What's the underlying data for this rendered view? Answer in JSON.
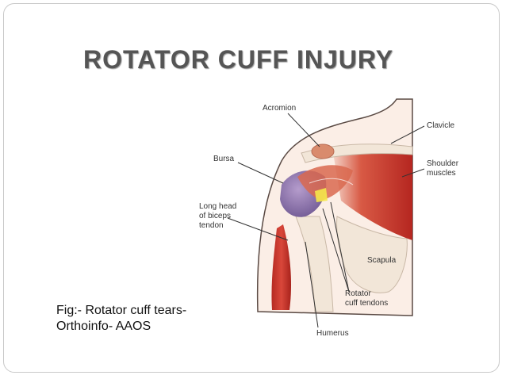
{
  "slide": {
    "title": "ROTATOR CUFF INJURY",
    "caption_line1": "Fig:- Rotator cuff tears-",
    "caption_line2": "Orthoinfo- AAOS"
  },
  "figure": {
    "labels": {
      "acromion": "Acromion",
      "clavicle": "Clavicle",
      "bursa": "Bursa",
      "shoulder_muscles_1": "Shoulder",
      "shoulder_muscles_2": "muscles",
      "biceps_1": "Long head",
      "biceps_2": "of biceps",
      "biceps_3": "tendon",
      "scapula": "Scapula",
      "rotator_1": "Rotator",
      "rotator_2": "cuff tendons",
      "humerus": "Humerus"
    },
    "colors": {
      "muscle": "#c8332b",
      "bone": "#f2e6d8",
      "skin": "#fbeee6",
      "bursa": "#8a6fa8"
    }
  }
}
